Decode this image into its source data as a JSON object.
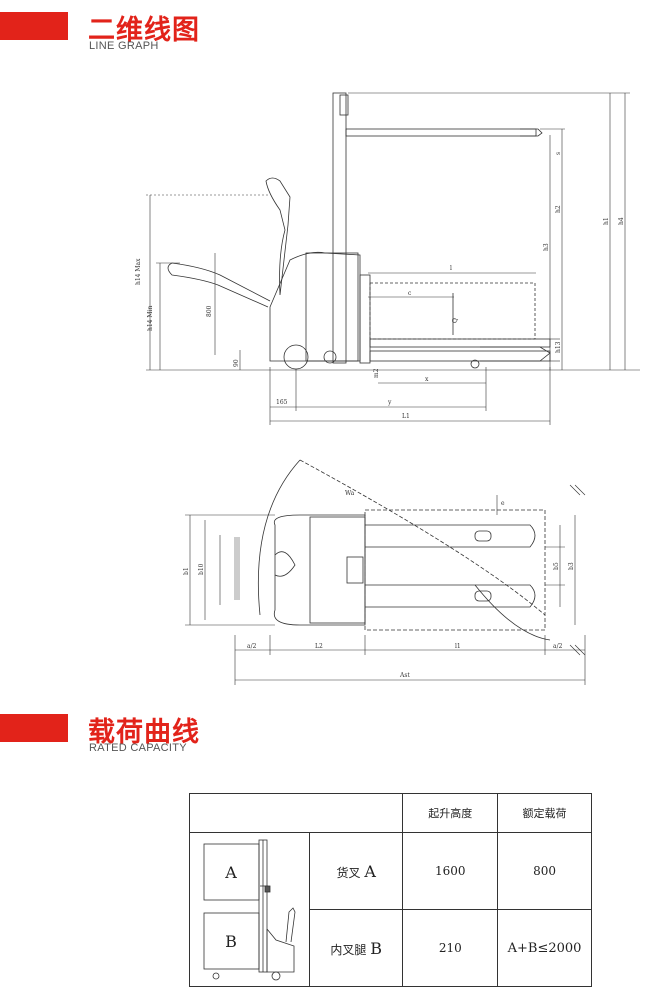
{
  "section1": {
    "title": "二维线图",
    "subtitle": "LINE GRAPH"
  },
  "section2": {
    "title": "载荷曲线",
    "subtitle": "RATED CAPACITY"
  },
  "side_view_labels": {
    "h14max": "h14 Max",
    "h14min": "h14 Min",
    "dim800": "800",
    "dim90": "90",
    "h13": "h13",
    "s": "s",
    "h3": "h3",
    "h2": "h2",
    "h1": "h1",
    "h4": "h4",
    "l": "l",
    "c": "c",
    "Q": "Q",
    "m2": "m2",
    "x": "x",
    "dim165": "165",
    "y": "y",
    "L1": "L1"
  },
  "top_view_labels": {
    "Wa": "Wa",
    "b1": "b1",
    "b10": "b10",
    "b5": "b5",
    "b3": "b3",
    "e": "e",
    "a2_left": "a/2",
    "L2": "L2",
    "l1": "l1",
    "a2_right": "a/2",
    "Ast": "Ast"
  },
  "capacity_table": {
    "header": {
      "height_col": "起升高度",
      "load_col": "额定载荷"
    },
    "rows": [
      {
        "label": "货叉",
        "letter": "A",
        "height": "1600",
        "load": "800"
      },
      {
        "label": "内叉腿",
        "letter": "B",
        "height": "210",
        "load": "A+B≤2000"
      }
    ],
    "icon_boxes": {
      "top": "A",
      "bottom": "B"
    }
  }
}
